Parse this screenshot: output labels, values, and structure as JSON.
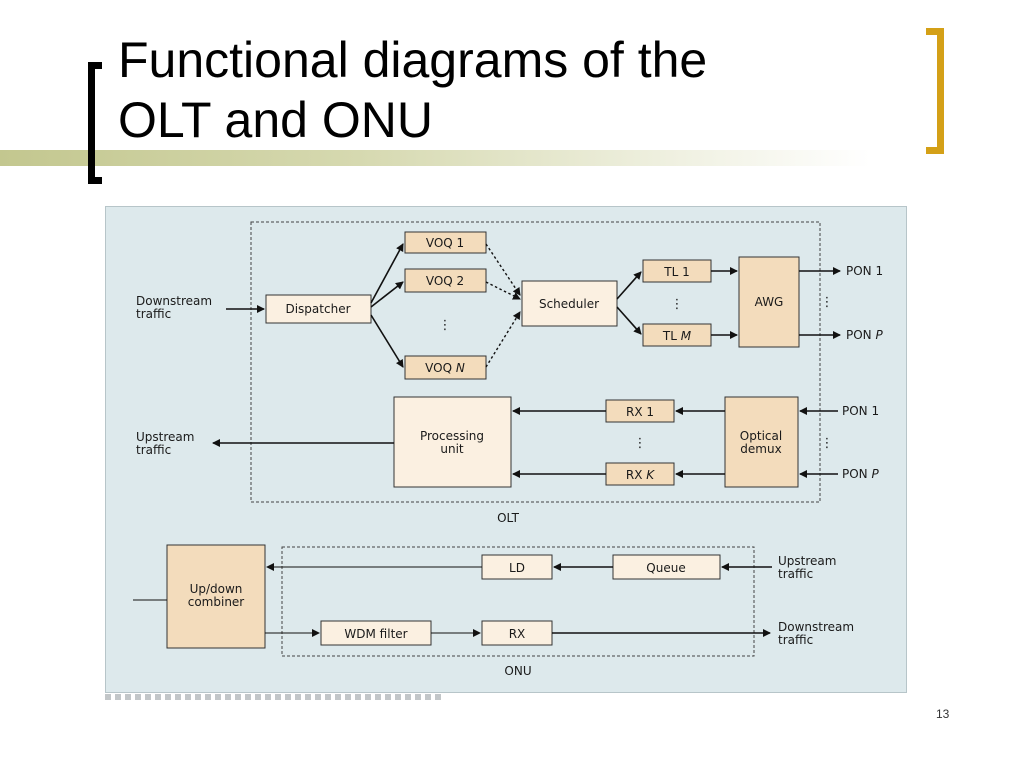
{
  "slide": {
    "title_line1": "Functional diagrams of the",
    "title_line2": "OLT and ONU",
    "page_number": "13"
  },
  "colors": {
    "bracket_left": "#000000",
    "bracket_right": "#d4a017",
    "title_bar": "#c3c78f",
    "figure_background": "#dde9ec",
    "box_light": "#fbf0e1",
    "box_dark": "#f3dcbc"
  },
  "olt": {
    "label": "OLT",
    "downstream_in": [
      "Downstream",
      "traffic"
    ],
    "upstream_out": [
      "Upstream",
      "traffic"
    ],
    "dispatcher": "Dispatcher",
    "voq1": "VOQ 1",
    "voq2": "VOQ 2",
    "voqn_prefix": "VOQ ",
    "voqn_suffix": "N",
    "scheduler": "Scheduler",
    "tl1": "TL 1",
    "tlm_prefix": "TL ",
    "tlm_suffix": "M",
    "awg": "AWG",
    "pon1_out": "PON 1",
    "ponp_out_prefix": "PON ",
    "ponp_out_suffix": "P",
    "processing_unit": [
      "Processing",
      "unit"
    ],
    "rx1": "RX 1",
    "rxk_prefix": "RX ",
    "rxk_suffix": "K",
    "optical_demux": [
      "Optical",
      "demux"
    ],
    "pon1_in": "PON 1",
    "ponp_in_prefix": "PON ",
    "ponp_in_suffix": "P",
    "ellipsis": "⋮"
  },
  "onu": {
    "label": "ONU",
    "combiner": [
      "Up/down",
      "combiner"
    ],
    "ld": "LD",
    "queue": "Queue",
    "wdm_filter": "WDM filter",
    "rx": "RX",
    "upstream_in": [
      "Upstream",
      "traffic"
    ],
    "downstream_out": [
      "Downstream",
      "traffic"
    ]
  }
}
